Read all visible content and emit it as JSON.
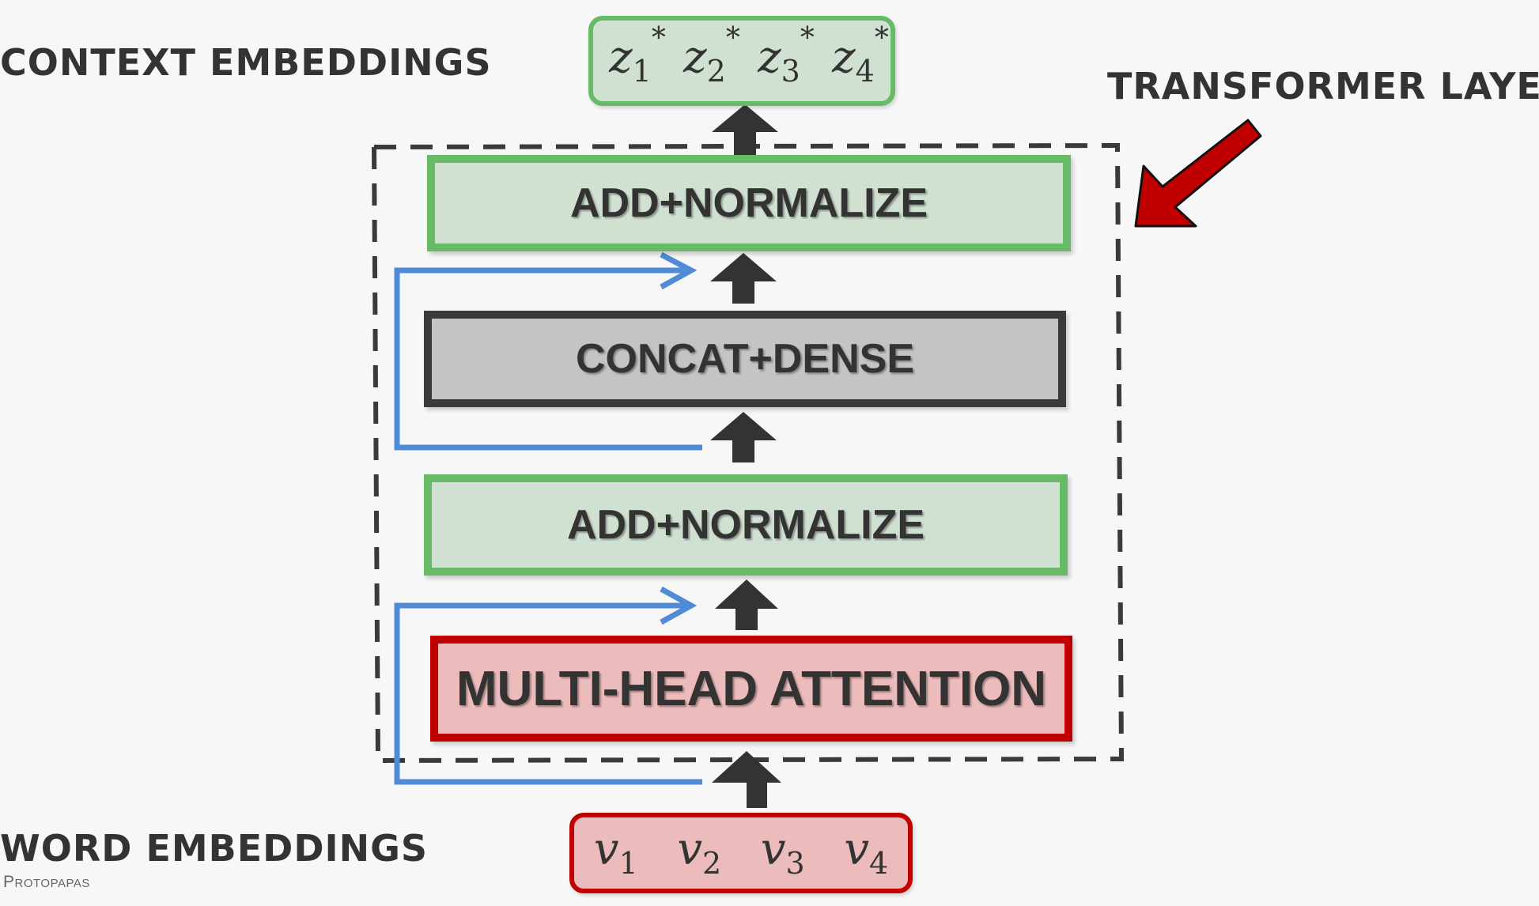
{
  "labels": {
    "context": "CONTEXT EMBEDDINGS",
    "word": "WORD EMBEDDINGS",
    "transformer": "TRANSFORMER LAYER",
    "footer": "Protopapas"
  },
  "blocks": {
    "add_norm_top": "ADD+NORMALIZE",
    "concat_dense": "CONCAT+DENSE",
    "add_norm_bottom": "ADD+NORMALIZE",
    "attention": "MULTI-HEAD ATTENTION"
  },
  "outputs": [
    {
      "base": "z",
      "sub": "1",
      "sup": "*"
    },
    {
      "base": "z",
      "sub": "2",
      "sup": "*"
    },
    {
      "base": "z",
      "sub": "3",
      "sup": "*"
    },
    {
      "base": "z",
      "sub": "4",
      "sup": "*"
    }
  ],
  "inputs": [
    {
      "base": "v",
      "sub": "1"
    },
    {
      "base": "v",
      "sub": "2"
    },
    {
      "base": "v",
      "sub": "3"
    },
    {
      "base": "v",
      "sub": "4"
    }
  ],
  "colors": {
    "green_fill": "#d0e1d2",
    "green_border": "#67bb67",
    "grey_fill": "#c4c4c4",
    "grey_border": "#3a3a3a",
    "red_fill": "#ecbbbb",
    "red_border": "#c00000",
    "skip_line": "#4f8bd6",
    "arrow": "#333333",
    "pointer_arrow": "#c00000"
  }
}
